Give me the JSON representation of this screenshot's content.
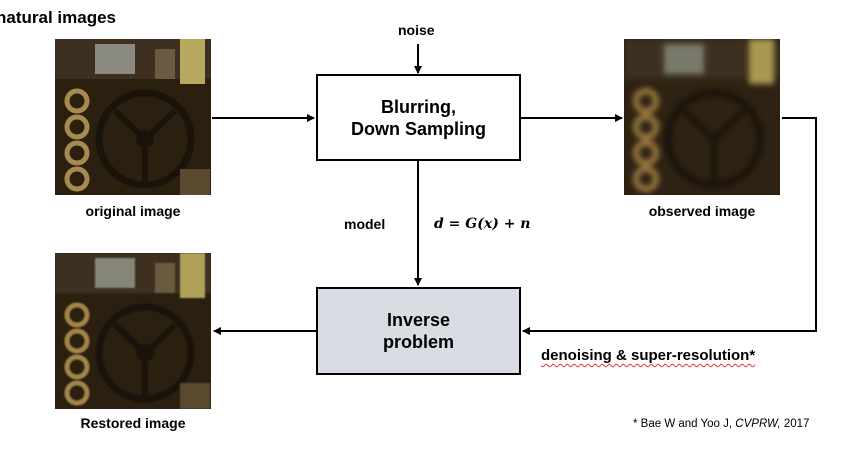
{
  "heading": "natural images",
  "noise_label": "noise",
  "box_top": {
    "line1": "Blurring,",
    "line2": "Down Sampling"
  },
  "box_bottom": {
    "line1": "Inverse",
    "line2": "problem"
  },
  "model_label": "model",
  "formula": "d = G(x) + n",
  "captions": {
    "original": "original image",
    "observed": "observed image",
    "restored": "Restored image"
  },
  "task_label": "denoising & super-resolution*",
  "citation": {
    "prefix": "* Bae W and Yoo J, ",
    "venue": "CVPRW,",
    "year": " 2017"
  }
}
